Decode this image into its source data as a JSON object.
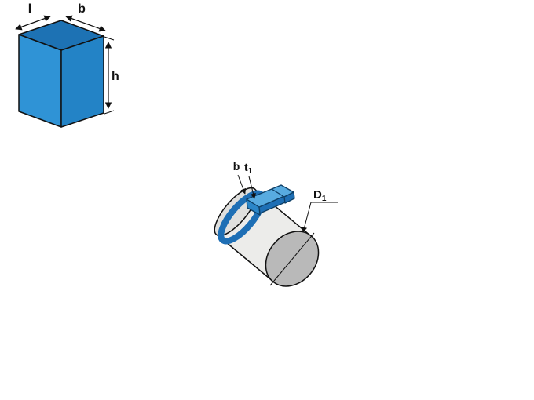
{
  "figure": {
    "box": {
      "label_l": "l",
      "label_b": "b",
      "label_h": "h"
    },
    "shaft": {
      "label_b": "b",
      "label_t": "t",
      "label_t_sub": "1",
      "label_d": "D",
      "label_d_sub": "1"
    }
  },
  "colors": {
    "box_top": "#1d72b4",
    "box_front": "#2f93d6",
    "box_side": "#2383c6",
    "shaft_body": "#ececea",
    "shaft_cap": "#e0e0de",
    "shaft_face": "#b9b9b9",
    "band_blue": "#1e6fb5",
    "key_top": "#58abe0",
    "key_front": "#2b86c8",
    "key_dark": "#1e6fb5"
  }
}
